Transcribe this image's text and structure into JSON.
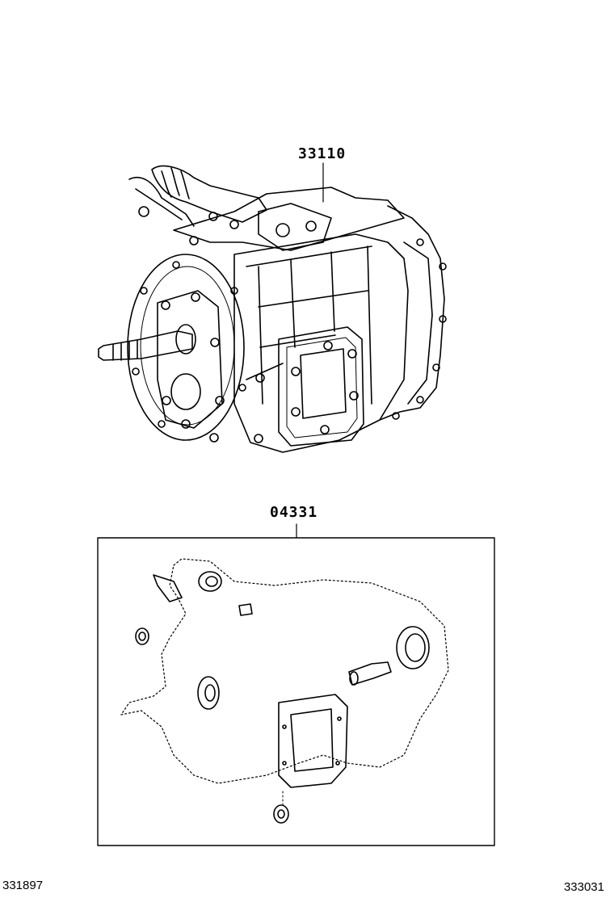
{
  "parts": {
    "transmission": {
      "number": "33110",
      "icon": "transmission-assembly-icon"
    },
    "gasket_kit": {
      "number": "04331",
      "icon": "gasket-kit-icon"
    }
  },
  "footer": {
    "left_code": "331897",
    "right_code": "333031"
  }
}
